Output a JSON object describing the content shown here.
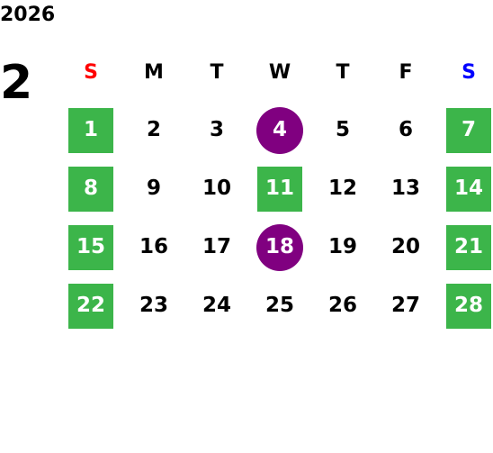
{
  "calendar": {
    "year": "2026",
    "month": "2",
    "colors": {
      "sunday_label": "#ff0000",
      "saturday_label": "#0000ff",
      "weekday_label": "#000000",
      "weekend_bg": "#3cb54a",
      "highlight_bg": "#800080",
      "day_text": "#000000",
      "marked_day_text": "#ffffff"
    },
    "weekdays": [
      "S",
      "M",
      "T",
      "W",
      "T",
      "F",
      "S"
    ],
    "weeks": [
      [
        {
          "label": "1",
          "style": "weekend"
        },
        {
          "label": "2",
          "style": "normal"
        },
        {
          "label": "3",
          "style": "normal"
        },
        {
          "label": "4",
          "style": "highlight"
        },
        {
          "label": "5",
          "style": "normal"
        },
        {
          "label": "6",
          "style": "normal"
        },
        {
          "label": "7",
          "style": "weekend"
        }
      ],
      [
        {
          "label": "8",
          "style": "weekend"
        },
        {
          "label": "9",
          "style": "normal"
        },
        {
          "label": "10",
          "style": "normal"
        },
        {
          "label": "11",
          "style": "weekend"
        },
        {
          "label": "12",
          "style": "normal"
        },
        {
          "label": "13",
          "style": "normal"
        },
        {
          "label": "14",
          "style": "weekend"
        }
      ],
      [
        {
          "label": "15",
          "style": "weekend"
        },
        {
          "label": "16",
          "style": "normal"
        },
        {
          "label": "17",
          "style": "normal"
        },
        {
          "label": "18",
          "style": "highlight"
        },
        {
          "label": "19",
          "style": "normal"
        },
        {
          "label": "20",
          "style": "normal"
        },
        {
          "label": "21",
          "style": "weekend"
        }
      ],
      [
        {
          "label": "22",
          "style": "weekend"
        },
        {
          "label": "23",
          "style": "normal"
        },
        {
          "label": "24",
          "style": "normal"
        },
        {
          "label": "25",
          "style": "normal"
        },
        {
          "label": "26",
          "style": "normal"
        },
        {
          "label": "27",
          "style": "normal"
        },
        {
          "label": "28",
          "style": "weekend"
        }
      ]
    ]
  }
}
